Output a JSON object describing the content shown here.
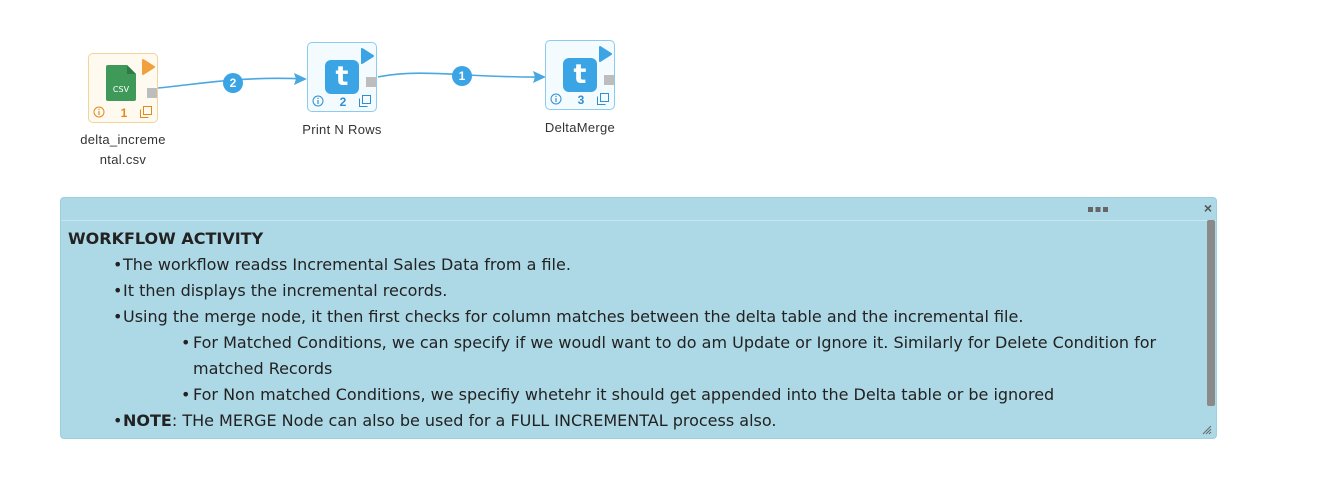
{
  "nodes": [
    {
      "id": "csv",
      "number": "1",
      "label": "delta_increme ntal.csv",
      "file_icon_text": "CSV",
      "kind": "csv"
    },
    {
      "id": "print",
      "number": "2",
      "label": "Print N Rows",
      "icon_text": "t",
      "kind": "transform"
    },
    {
      "id": "merge",
      "number": "3",
      "label": "DeltaMerge",
      "icon_text": "t",
      "kind": "transform"
    }
  ],
  "edges": [
    {
      "from": "delta_increme ntal.csv",
      "to": "Print N Rows",
      "badge": "2"
    },
    {
      "from": "Print N Rows",
      "to": "DeltaMerge",
      "badge": "1"
    }
  ],
  "note": {
    "title": "WORKFLOW ACTIVITY",
    "bullets": [
      "The workflow readss Incremental Sales Data from a file.",
      "It then displays the incremental records.",
      "Using the merge node, it then first checks for column matches between the delta table and the incremental file."
    ],
    "sub_bullets": [
      "For Matched Conditions, we can specify if we woudl want to do am Update or Ignore it. Similarly for Delete Condition for matched Records",
      "For Non matched Conditions, we specifiy whetehr it should get appended into the Delta table or be ignored"
    ],
    "note_label": "NOTE",
    "note_text": ": THe MERGE Node can also be used for a FULL INCREMENTAL process also.",
    "bullet_char": "•",
    "close_char": "×",
    "icons": [
      "more-icon",
      "close-icon",
      "resize-grip-icon",
      "info-icon",
      "copy-icon",
      "run-icon",
      "csv-file-icon"
    ]
  },
  "colors": {
    "edge": "#4aa8e0",
    "badge": "#3aa4e4",
    "csv_file": "#3f9a5a",
    "csv_run": "#f0a03c",
    "transform": "#3aa4e4",
    "note_bg": "#add8e6"
  }
}
